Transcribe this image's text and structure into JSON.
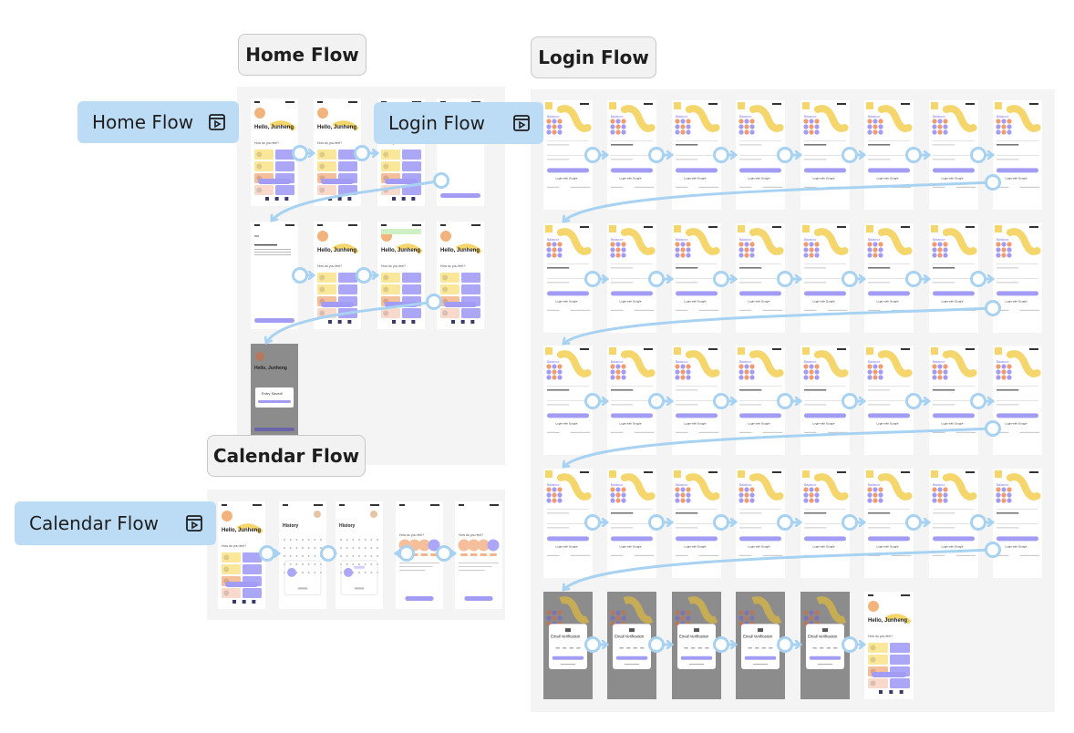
{
  "canvas": {
    "sections": [
      {
        "id": "home",
        "title": "Home Flow",
        "tag": "Home Flow"
      },
      {
        "id": "login",
        "title": "Login Flow",
        "tag": "Login Flow"
      },
      {
        "id": "calendar",
        "title": "Calendar Flow",
        "tag": "Calendar Flow"
      }
    ]
  },
  "screens": {
    "greeting": "Hello, Junheng",
    "mood_question": "How do you feel?",
    "app_name": "Balance",
    "login_with_google": "Login with Google",
    "history_title": "History",
    "email_verification": "Email Verification",
    "entry_saved": "Entry Saved!"
  },
  "colors": {
    "accent": "#a39cf4",
    "wire": "#a8d2f2",
    "tag_bg": "#bcdcf6",
    "mood_yellow": "#fbe79a",
    "mood_purple": "#aca6f6",
    "mood_orange": "#f6bf9c",
    "mood_peach": "#f8d9cc",
    "overlay": "#8c8c8c"
  },
  "icons": [
    "prototype-flow-icon",
    "mood-face-icon",
    "user-avatar-icon",
    "nav-icon"
  ]
}
